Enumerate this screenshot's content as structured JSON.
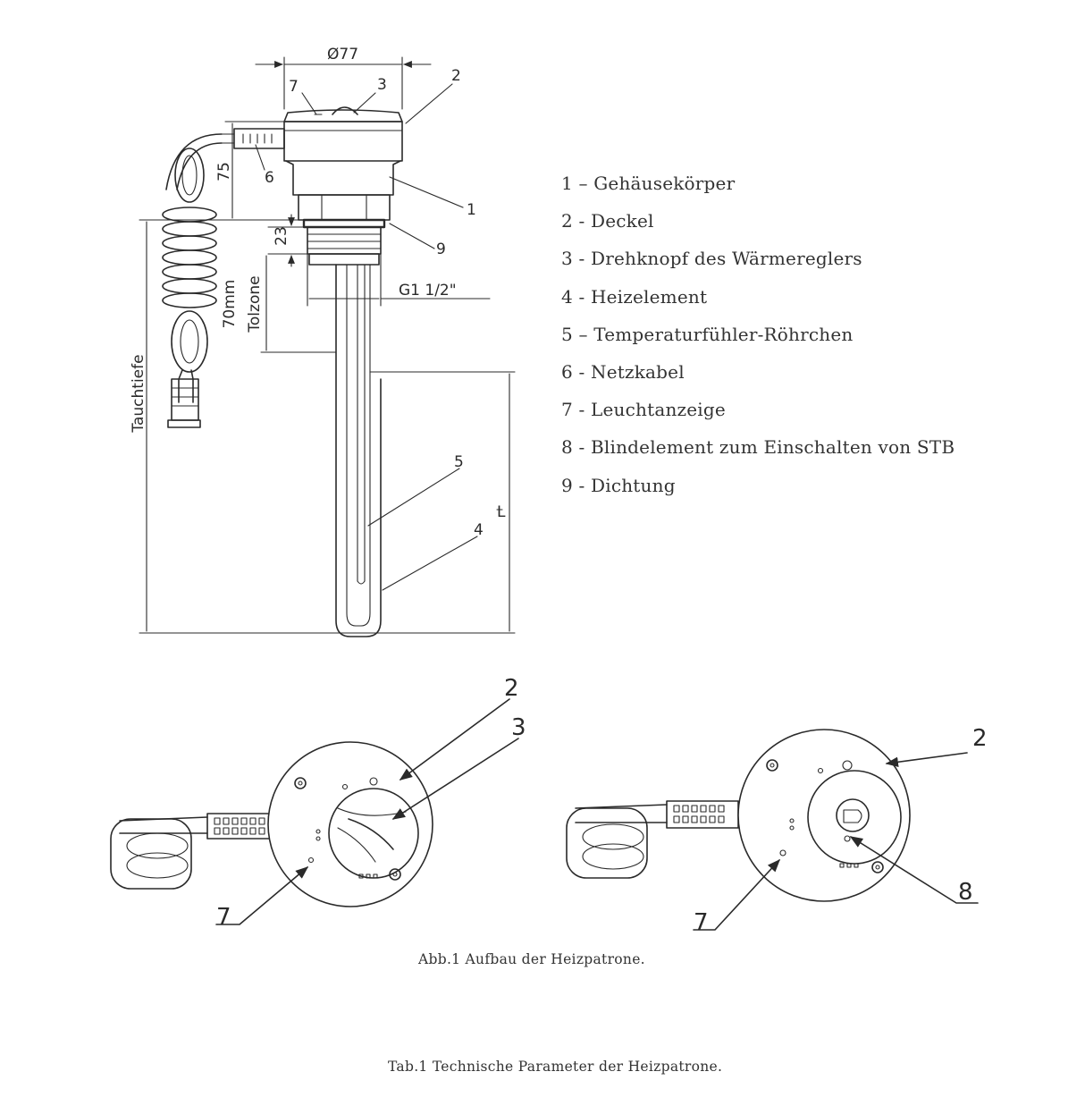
{
  "dimensions": {
    "diameter": "Ø77",
    "height_75": "75",
    "height_23": "23",
    "thread": "G1 1/2\"",
    "cold_zone_value": "70mm",
    "cold_zone_label": "Tolzone",
    "immersion_depth": "Tauchtiefe",
    "length_mark": "L"
  },
  "callouts": {
    "side": [
      "7",
      "3",
      "2",
      "6",
      "1",
      "9",
      "5",
      "4"
    ],
    "left_top": [
      "2",
      "3",
      "7"
    ],
    "right_top": [
      "2",
      "8",
      "7"
    ]
  },
  "legend": [
    "1 – Gehäusekörper",
    "2 - Deckel",
    "3 - Drehknopf des Wärmereglers",
    "4 - Heizelement",
    "5 – Temperaturfühler-Röhrchen",
    "6 - Netzkabel",
    "7 - Leuchtanzeige",
    "8 - Blindelement zum Einschalten von STB",
    "9 - Dichtung"
  ],
  "captions": {
    "figure": "Abb.1 Aufbau der Heizpatrone.",
    "table": "Tab.1 Technische Parameter der Heizpatrone."
  }
}
